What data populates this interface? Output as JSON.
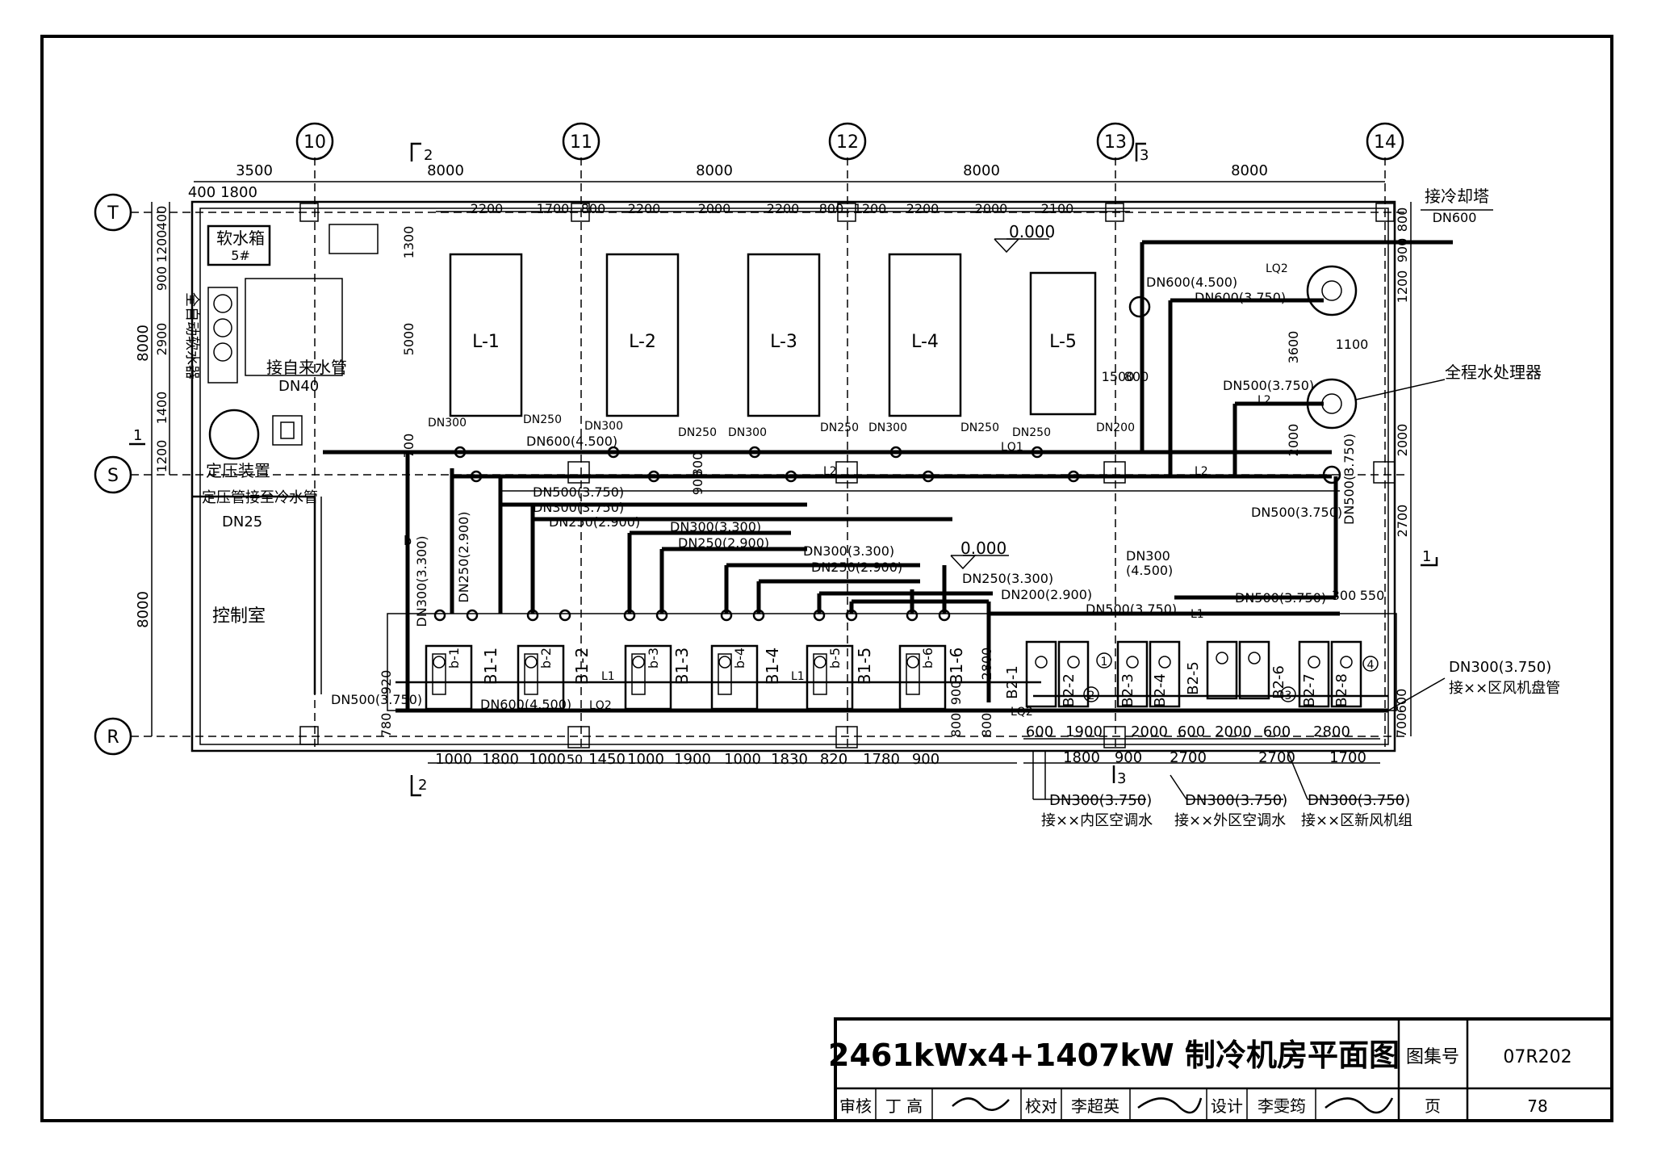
{
  "grid_axes": {
    "columns": [
      "10",
      "11",
      "12",
      "13",
      "14"
    ],
    "rows": [
      "T",
      "S",
      "R"
    ]
  },
  "section_marks": {
    "s1": "1",
    "s2": "2",
    "s3": "3"
  },
  "dimensions": {
    "top_spans": [
      "3500",
      "8000",
      "8000",
      "8000",
      "8000"
    ],
    "top_sub": [
      "400",
      "1800"
    ],
    "top_detail": [
      "2200",
      "1700",
      "800",
      "2200",
      "2000",
      "2200",
      "800",
      "1200",
      "2200",
      "2000",
      "2100"
    ],
    "left_outer": [
      "8000",
      "8000"
    ],
    "left_inner": [
      "400",
      "1200",
      "900",
      "2900",
      "1400",
      "1200"
    ],
    "chiller_vertical": [
      "1300",
      "5000",
      "700"
    ],
    "right_vertical": [
      "800",
      "900",
      "1200",
      "3600",
      "2000",
      "2000",
      "2700"
    ],
    "bottom_left": [
      "1000",
      "1800",
      "1000",
      "50",
      "1450",
      "1000",
      "1900",
      "1000",
      "1830",
      "820",
      "1780",
      "900"
    ],
    "bottom_right_upper": [
      "600",
      "1900",
      "2000",
      "600",
      "2000",
      "600",
      "2800"
    ],
    "bottom_right_lower": [
      "1800",
      "900",
      "2700",
      "2700",
      "1700"
    ],
    "misc": [
      "920",
      "780",
      "800",
      "800",
      "900",
      "2800",
      "800",
      "900",
      "1500",
      "1100",
      "300",
      "550",
      "700",
      "600",
      "800"
    ]
  },
  "level_marks": {
    "top": "0.000",
    "room": "0.000"
  },
  "rooms": {
    "soft_tank": "软水箱",
    "soft_tank_no": "5#",
    "auto_softener": "全自动软水器",
    "tap_water": "接自来水管",
    "tap_dn": "DN40",
    "pressurizer": "定压装置",
    "pressurizer_pipe": "定压管接至冷水管",
    "pressurizer_dn": "DN25",
    "control_room": "控制室",
    "chiller_room": "制冷机房",
    "cooling_tower": "接冷却塔",
    "cooling_tower_dn": "DN600",
    "water_treatment": "全程水处理器"
  },
  "chillers": [
    "L-1",
    "L-2",
    "L-3",
    "L-4",
    "L-5"
  ],
  "pumps_b1": [
    "B1-1",
    "B1-2",
    "B1-3",
    "B1-4",
    "B1-5",
    "B1-6"
  ],
  "pumps_b2": [
    "B2-1",
    "B2-2",
    "B2-3",
    "B2-4",
    "B2-5",
    "B2-6",
    "B2-7",
    "B2-8"
  ],
  "pump_tags": [
    "b-1",
    "b-2",
    "b-3",
    "b-4",
    "b-5",
    "b-6"
  ],
  "circle_tags": [
    "1",
    "2",
    "3",
    "4"
  ],
  "pipe_tags": {
    "l1": "L1",
    "l2": "L2",
    "lq1": "LQ1",
    "lq2": "LQ2",
    "b": "b"
  },
  "pipes": {
    "chiller_dn300": "DN300",
    "chiller_dn250": "DN250",
    "chiller_dn200": "DN200",
    "dn600_4500": "DN600(4.500)",
    "dn600_3750": "DN600(3.750)",
    "dn500_3750": "DN500(3.750)",
    "dn300_3750": "DN300(3.750)",
    "dn250_2900": "DN250(2.900)",
    "dn300_3300": "DN300(3.300)",
    "dn250_3300": "DN250(3.300)",
    "dn200_2900": "DN200(2.900)",
    "dn300_top": "DN300",
    "dn300_sub": "(4.500)"
  },
  "outlets": {
    "fan_coil": "接××区风机盘管",
    "inner_ac": "接××内区空调水",
    "outer_ac": "接××外区空调水",
    "fresh_air": "接××区新风机组"
  },
  "title_block": {
    "title": "2461kWx4+1407kW 制冷机房平面图",
    "atlas_label": "图集号",
    "atlas_no": "07R202",
    "review_label": "审核",
    "review_name": "丁 高",
    "check_label": "校对",
    "check_name": "李超英",
    "design_label": "设计",
    "design_name": "李雯筠",
    "page_label": "页",
    "page_no": "78"
  }
}
